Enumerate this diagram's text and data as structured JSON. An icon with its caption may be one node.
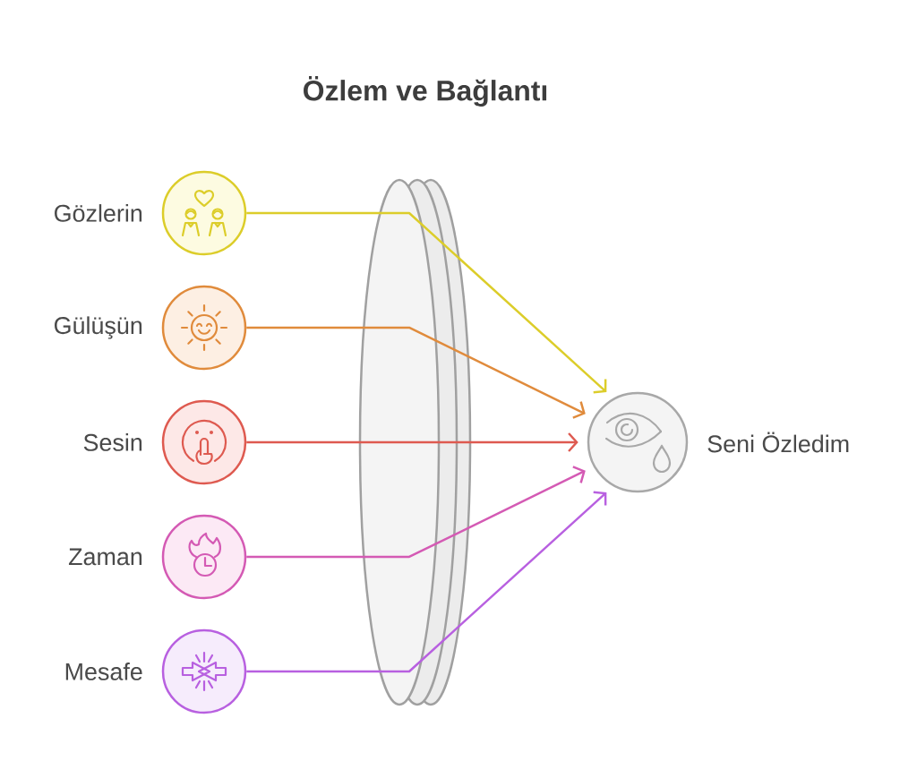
{
  "diagram": {
    "title": "Özlem ve Bağlantı",
    "nodes": [
      {
        "text": [
          "Gözlerin"
        ]
      },
      {
        "text": [
          "Gülüşün"
        ]
      },
      {
        "text": [
          "Sesin"
        ]
      },
      {
        "text": [
          "Zaman"
        ]
      },
      {
        "text": [
          "Mesafe"
        ]
      },
      {
        "text": [
          "Seni Özledim"
        ]
      }
    ],
    "edges": [
      {
        "from": 0,
        "to": 5,
        "arrow": "to",
        "color": "#dccd2a"
      },
      {
        "from": 1,
        "to": 5,
        "arrow": "to",
        "color": "#e08b3c"
      },
      {
        "from": 2,
        "to": 5,
        "arrow": "to",
        "color": "#de5a50"
      },
      {
        "from": 3,
        "to": 5,
        "arrow": "to",
        "color": "#d45ab4"
      },
      {
        "from": 4,
        "to": 5,
        "arrow": "to",
        "color": "#b860e0"
      }
    ]
  }
}
